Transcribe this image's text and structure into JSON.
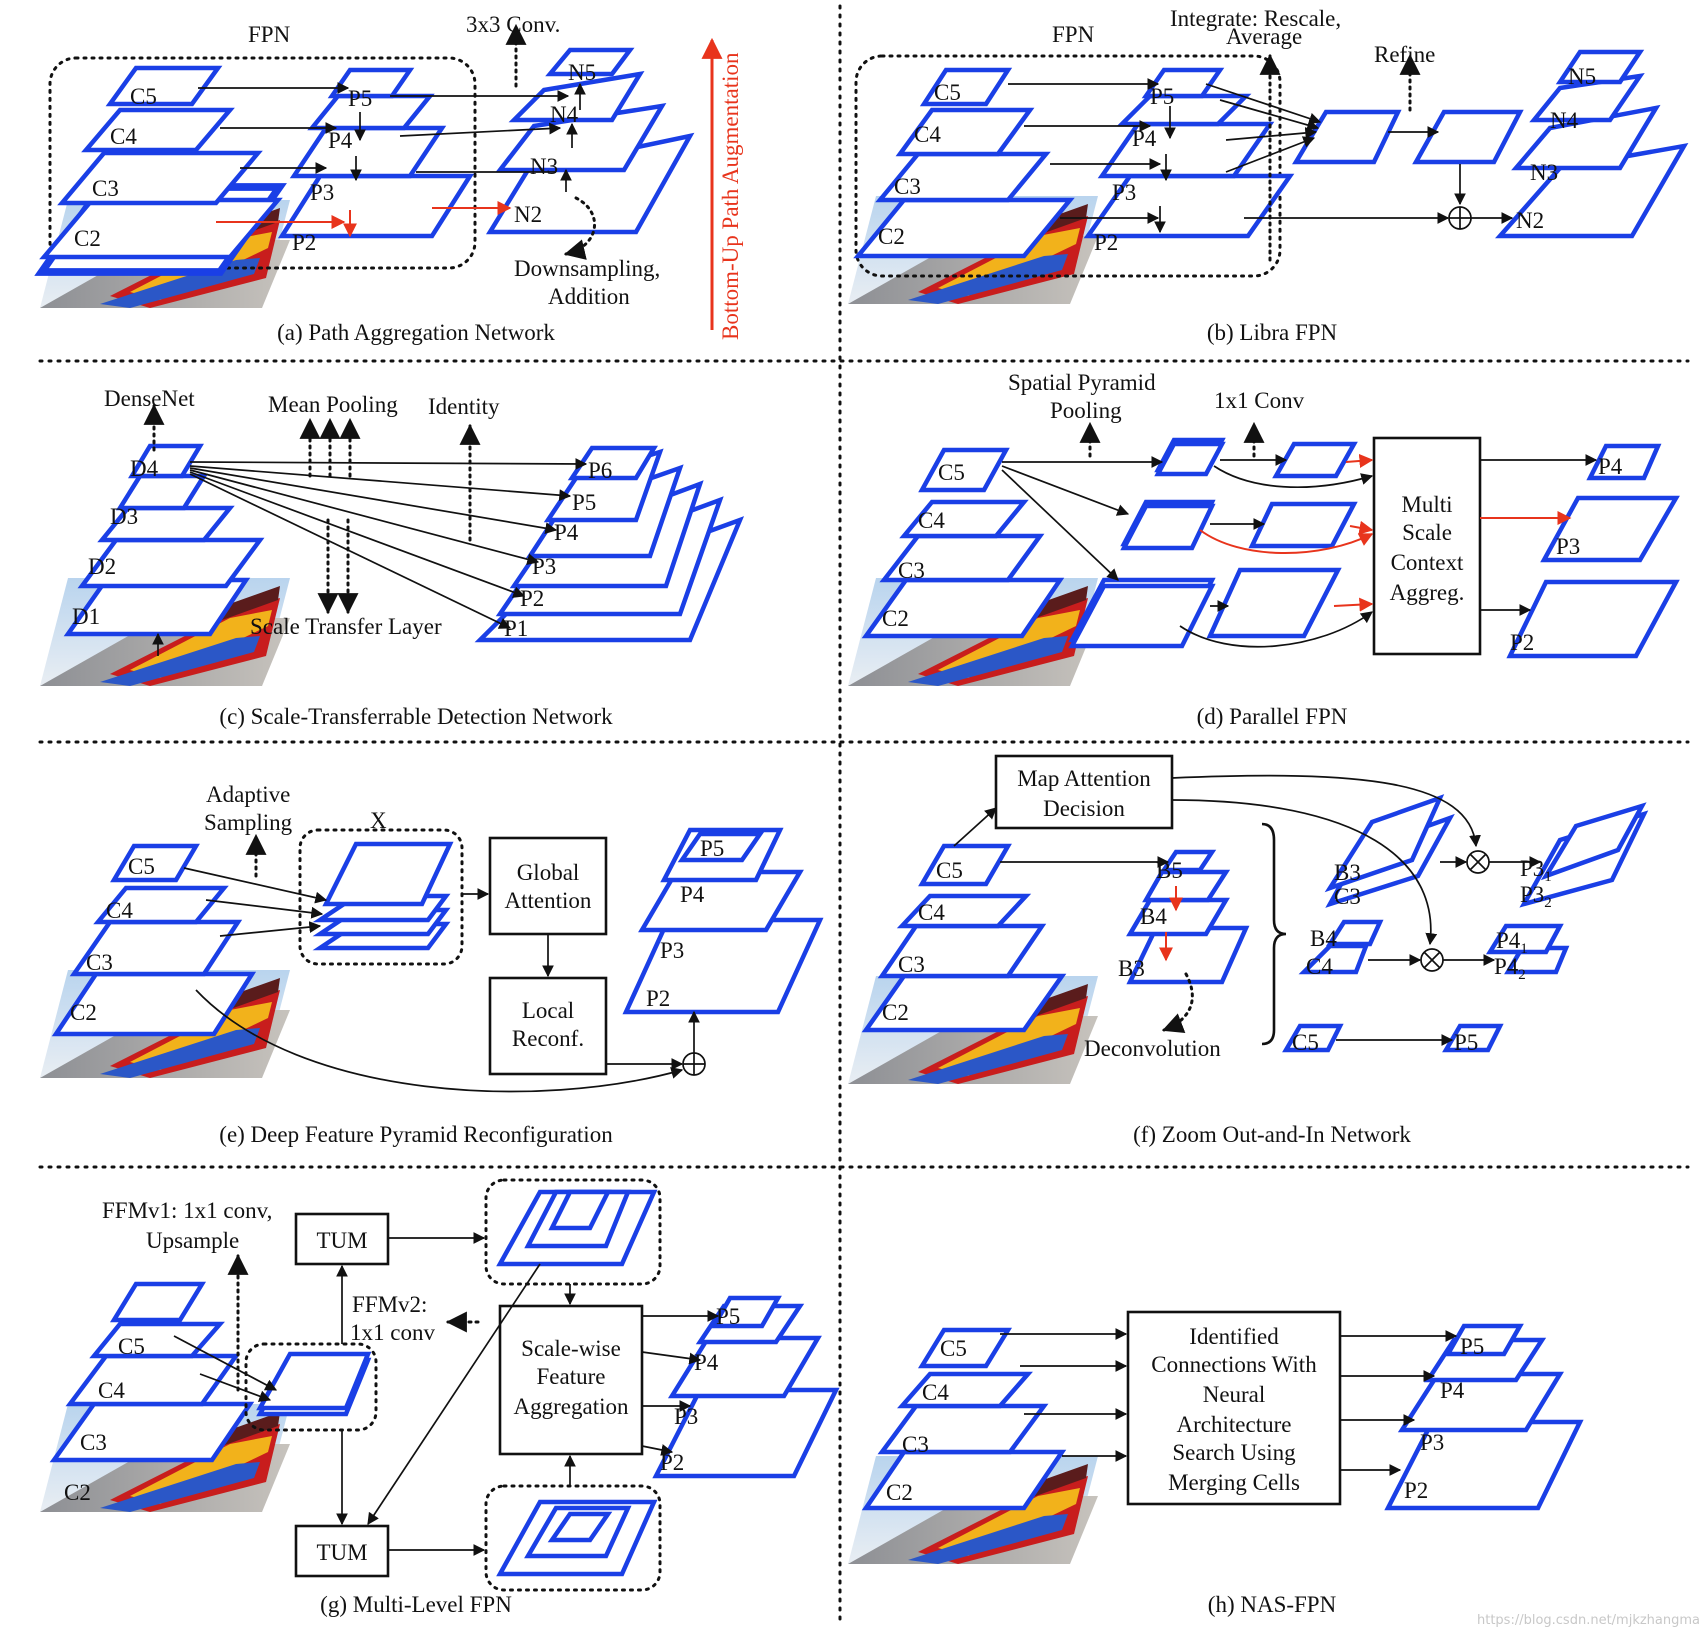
{
  "panels": [
    {
      "id": "a",
      "caption": "(a) Path Aggregation Network",
      "labels": [
        "FPN",
        "3x3 Conv.",
        "C5",
        "C4",
        "C3",
        "C2",
        "P5",
        "P4",
        "P3",
        "P2",
        "N5",
        "N4",
        "N3",
        "N2",
        "Downsampling,",
        "Addition",
        "Bottom-Up Path Augmentation"
      ]
    },
    {
      "id": "b",
      "caption": "(b) Libra FPN",
      "labels": [
        "FPN",
        "Integrate: Rescale,",
        "Average",
        "Refine",
        "C5",
        "C4",
        "C3",
        "C2",
        "P5",
        "P4",
        "P3",
        "P2",
        "N5",
        "N4",
        "N3",
        "N2"
      ]
    },
    {
      "id": "c",
      "caption": "(c) Scale-Transferrable Detection Network",
      "labels": [
        "DenseNet",
        "Mean Pooling",
        "Identity",
        "Scale Transfer Layer",
        "D4",
        "D3",
        "D2",
        "D1",
        "P6",
        "P5",
        "P4",
        "P3",
        "P2",
        "P1"
      ]
    },
    {
      "id": "d",
      "caption": "(d) Parallel FPN",
      "labels": [
        "Spatial Pyramid",
        "Pooling",
        "1x1 Conv",
        "C5",
        "C4",
        "C3",
        "C2",
        "Multi",
        "Scale",
        "Context",
        "Aggreg.",
        "P4",
        "P3",
        "P2"
      ]
    },
    {
      "id": "e",
      "caption": "(e) Deep Feature Pyramid Reconfiguration",
      "labels": [
        "Adaptive",
        "Sampling",
        "X",
        "Global",
        "Attention",
        "Local",
        "Reconf.",
        "C5",
        "C4",
        "C3",
        "C2",
        "P5",
        "P4",
        "P3",
        "P2"
      ]
    },
    {
      "id": "f",
      "caption": "(f) Zoom Out-and-In Network",
      "labels": [
        "Map Attention",
        "Decision",
        "C5",
        "C4",
        "C3",
        "C2",
        "B5",
        "B4",
        "B3",
        "Deconvolution",
        "C3",
        "C4",
        "C5",
        "P5"
      ],
      "subscripted_labels": [
        {
          "base": "P3",
          "sub": "1"
        },
        {
          "base": "P3",
          "sub": "2"
        },
        {
          "base": "P4",
          "sub": "1"
        },
        {
          "base": "P4",
          "sub": "2"
        }
      ]
    },
    {
      "id": "g",
      "caption": "(g) Multi-Level FPN",
      "labels": [
        "FFMv1: 1x1 conv,",
        "Upsample",
        "TUM",
        "TUM",
        "FFMv2:",
        "1x1 conv",
        "Scale-wise",
        "Feature",
        "Aggregation",
        "C5",
        "C4",
        "C3",
        "C2",
        "P5",
        "P4",
        "P3",
        "P2"
      ]
    },
    {
      "id": "h",
      "caption": "(h) NAS-FPN",
      "labels": [
        "Identified",
        "Connections With",
        "Neural",
        "Architecture",
        "Search Using",
        "Merging Cells",
        "C5",
        "C4",
        "C3",
        "C2",
        "P5",
        "P4",
        "P3",
        "P2"
      ]
    }
  ],
  "watermark": "https://blog.csdn.net/mjkzhangma",
  "colors": {
    "feature_map_stroke": "#1a3fe6",
    "highlight_arrow": "#e8341c",
    "line": "#111111"
  }
}
